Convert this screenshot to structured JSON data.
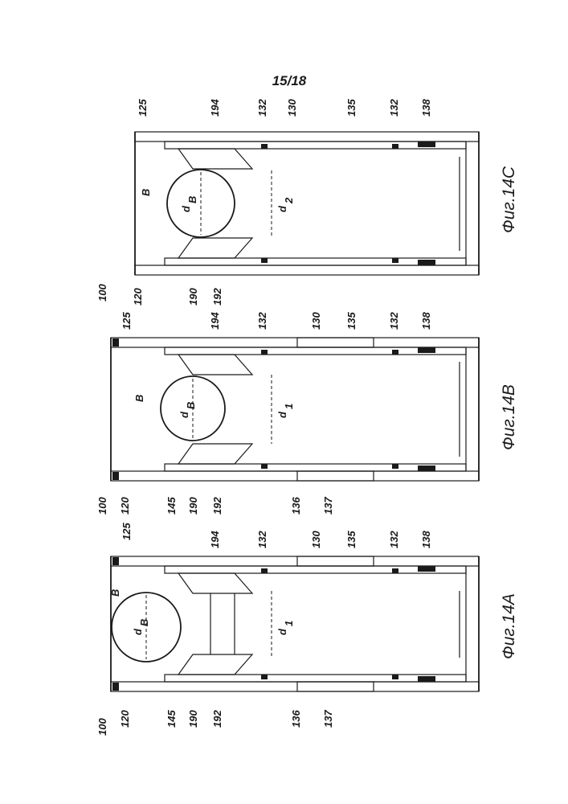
{
  "page_number": "15/18",
  "figures": [
    {
      "caption": "Фиг.14А",
      "ball_label": "B",
      "ball_diameter_label": "d",
      "ball_diameter_sub": "B",
      "bore_label": "d",
      "bore_sub": "1",
      "refs_top": [
        "125",
        "194",
        "132",
        "130",
        "135",
        "132",
        "138"
      ],
      "refs_bottom": [
        "100",
        "120",
        "145",
        "190",
        "192",
        "136",
        "137"
      ]
    },
    {
      "caption": "Фиг.14В",
      "ball_label": "B",
      "ball_diameter_label": "d",
      "ball_diameter_sub": "B",
      "bore_label": "d",
      "bore_sub": "1",
      "refs_top": [
        "125",
        "194",
        "132",
        "130",
        "135",
        "132",
        "138"
      ],
      "refs_bottom": [
        "100",
        "120",
        "145",
        "190",
        "192",
        "136",
        "137"
      ]
    },
    {
      "caption": "Фиг.14С",
      "ball_label": "B",
      "ball_diameter_label": "d",
      "ball_diameter_sub": "B",
      "bore_label": "d",
      "bore_sub": "2",
      "refs_top": [
        "125",
        "194",
        "132",
        "130",
        "135",
        "132",
        "138"
      ],
      "refs_bottom": [
        "100",
        "120",
        "190",
        "192"
      ]
    }
  ]
}
